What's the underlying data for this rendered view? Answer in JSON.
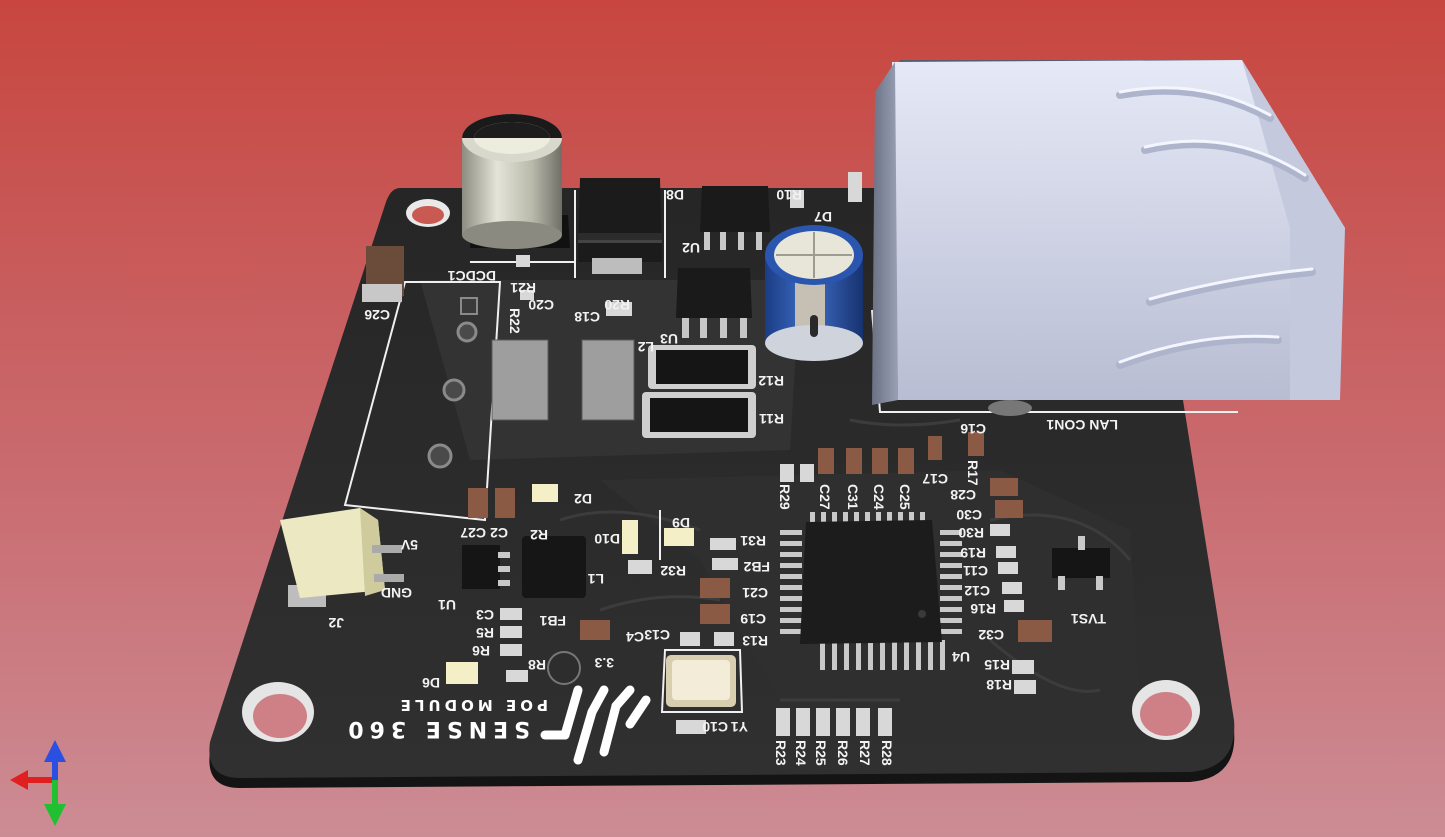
{
  "board": {
    "brand": "SENSE 360",
    "module": "POE MODULE",
    "pcb_color": "#2b2b2b",
    "silkscreen_color": "#f2f2f2"
  },
  "labels": {
    "dcdc1": "DCDC1",
    "d8": "D8",
    "u2": "U2",
    "r10": "R10",
    "d7": "D7",
    "c26": "C26",
    "r21": "R21",
    "r22": "R22",
    "c20": "C20",
    "c18": "C18",
    "r20": "R20",
    "u3": "U3",
    "l2": "L2",
    "r12": "R12",
    "r11": "R11",
    "lan_con1": "LAN CON1",
    "c16": "C16",
    "r17": "R17",
    "c17": "C17",
    "r29": "R29",
    "c27b": "C27",
    "c31": "C31",
    "c24": "C24",
    "c25": "C25",
    "c28": "C28",
    "c30": "C30",
    "r30": "R30",
    "r19": "R19",
    "c11": "C11",
    "c12": "C12",
    "r16": "R16",
    "c32": "C32",
    "tvs1": "TVS1",
    "r15": "R15",
    "r18": "R18",
    "u4": "U4",
    "r31": "R31",
    "fb2": "FB2",
    "c21": "C21",
    "c19": "C19",
    "r13": "R13",
    "c13": "C13",
    "r32": "R32",
    "d9": "D9",
    "d10": "D10",
    "l1": "L1",
    "d2": "D2",
    "r2": "R2",
    "c2": "C2",
    "c27": "C27",
    "u1": "U1",
    "c3": "C3",
    "r5": "R5",
    "r6": "R6",
    "r8": "R8",
    "fb1": "FB1",
    "c4": "C4",
    "v33": "3.3",
    "d6": "D6",
    "y1": "Y1",
    "c10": "C10",
    "r23": "R23",
    "r24": "R24",
    "r25": "R25",
    "r26": "R26",
    "r27": "R27",
    "r28": "R28",
    "j2": "J2",
    "v5": "5V",
    "gnd": "GND"
  },
  "axes": {
    "x_color": "#e02020",
    "y_color": "#2b4fe0",
    "z_color": "#20c030"
  }
}
